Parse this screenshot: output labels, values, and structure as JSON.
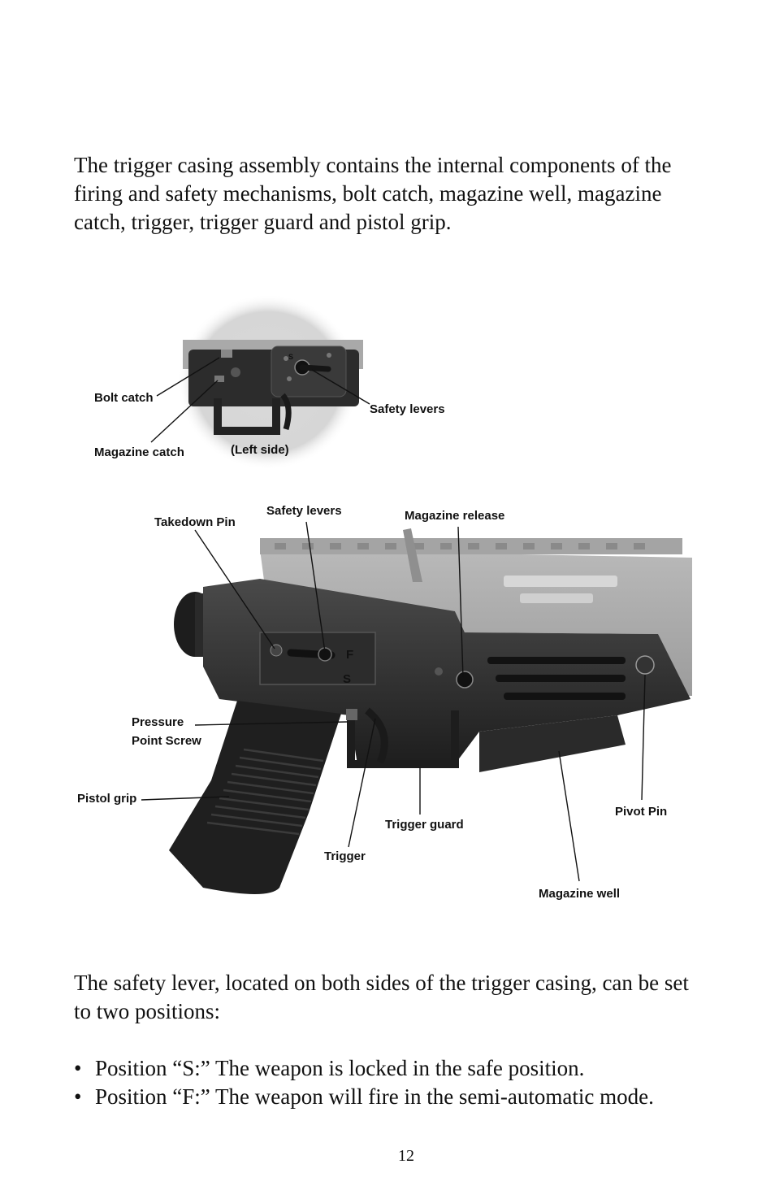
{
  "intro_text": "The trigger casing assembly contains the internal components of the firing and safety mechanisms, bolt catch, magazine well, magazine catch, trigger, trigger guard and pistol grip.",
  "figure": {
    "inset_labels": {
      "bolt_catch": "Bolt catch",
      "magazine_catch": "Magazine catch",
      "safety_levers": "Safety levers",
      "left_side": "(Left side)",
      "mark_s": "S"
    },
    "main_labels": {
      "takedown_pin": "Takedown Pin",
      "safety_levers": "Safety levers",
      "magazine_release": "Magazine release",
      "pressure_point_screw_line1": "Pressure",
      "pressure_point_screw_line2": "Point Screw",
      "pistol_grip": "Pistol grip",
      "trigger_guard": "Trigger guard",
      "trigger": "Trigger",
      "pivot_pin": "Pivot Pin",
      "magazine_well": "Magazine well",
      "mark_f": "F",
      "mark_s": "S"
    }
  },
  "safety_text": "The safety lever, located on both sides of the trigger casing, can be set to two positions:",
  "bullets": [
    "Position “S:” The weapon is locked in the safe position.",
    "Position “F:” The weapon will fire in the semi-automatic mode."
  ],
  "page_number": "12"
}
